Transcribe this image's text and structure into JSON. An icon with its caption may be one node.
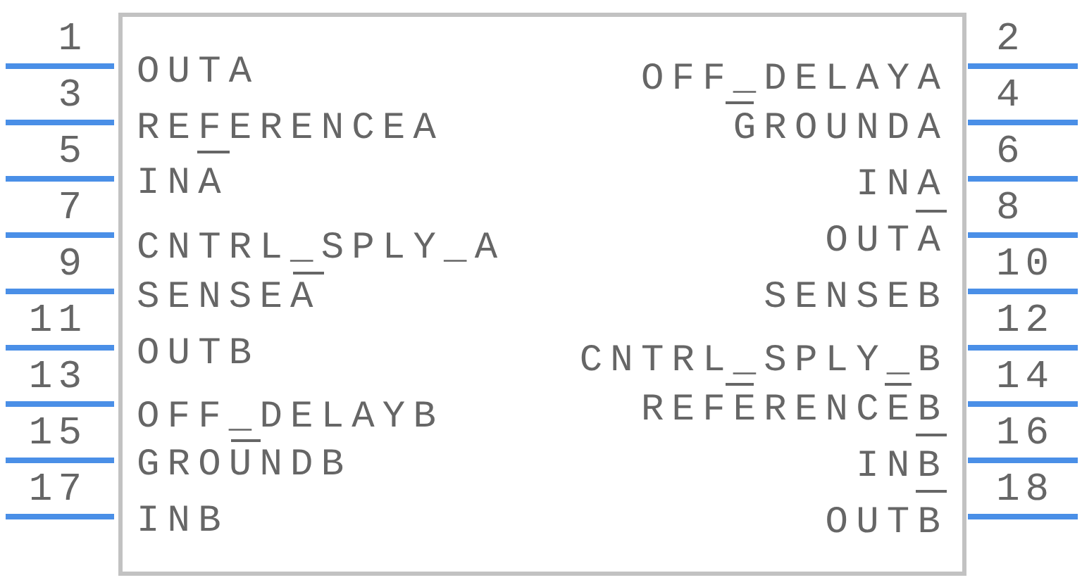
{
  "diagram": {
    "nodes": [
      {
        "text": [
          "OUTA",
          "OFF_DELAYA",
          "REFERENCEA",
          "GROUNDA",
          "INA",
          "INA",
          "CNTRL_SPLY_A",
          "OUTA",
          "SENSEA",
          "SENSEB",
          "OUTB",
          "CNTRL_SPLY_B",
          "OFF_DELAYB",
          "REFERENCEB",
          "GROUNDB",
          "INB",
          "INB",
          "OUTB"
        ]
      }
    ],
    "labels": [
      "1",
      "2",
      "3",
      "4",
      "5",
      "6",
      "7",
      "8",
      "9",
      "10",
      "11",
      "12",
      "13",
      "14",
      "15",
      "16",
      "17",
      "18"
    ]
  }
}
